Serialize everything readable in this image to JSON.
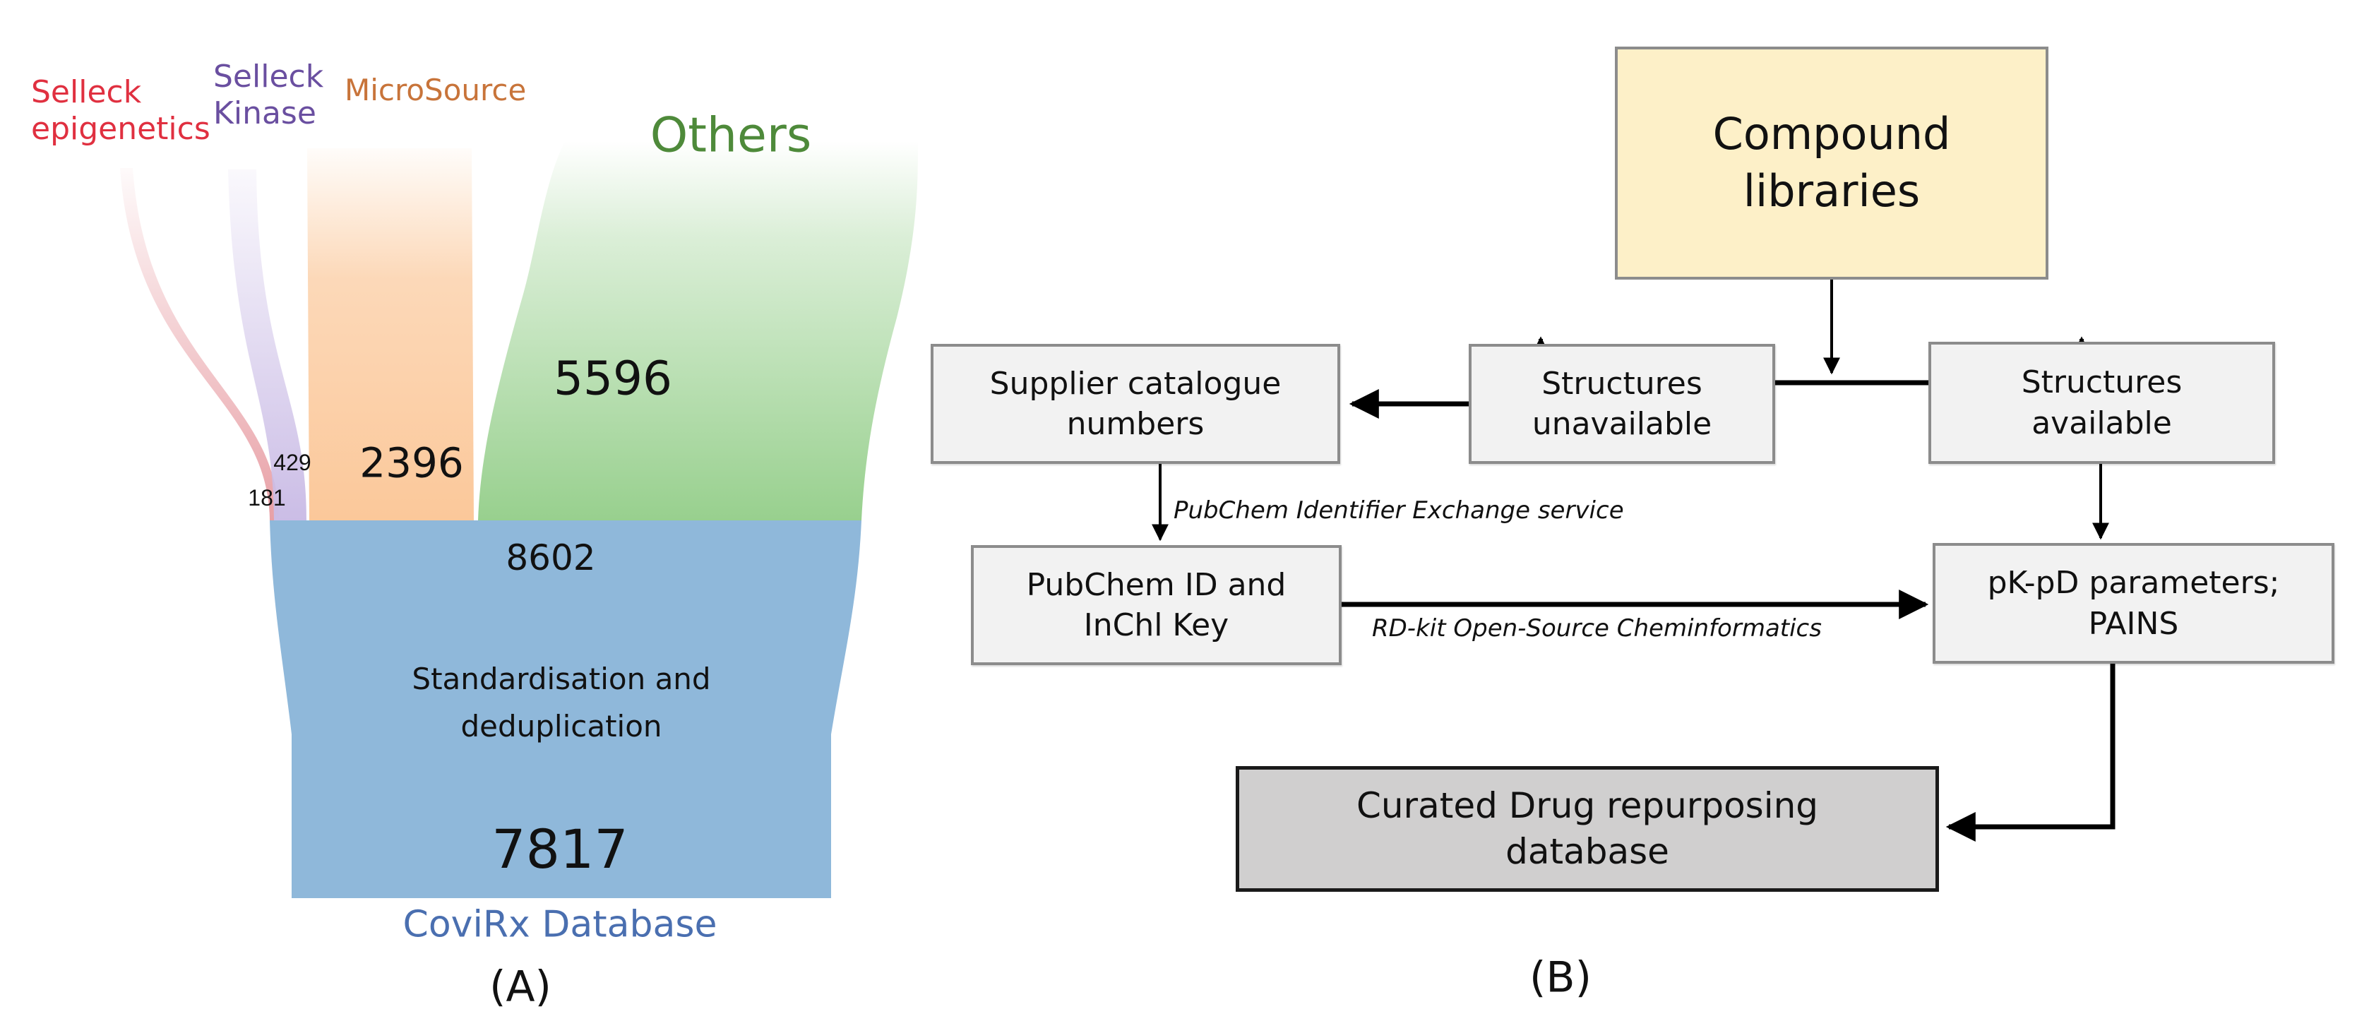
{
  "panel_a": {
    "caption": "(A)",
    "sources": [
      {
        "name": "Selleck epigenetics",
        "line1": "Selleck",
        "line2": "epigenetics",
        "count": 181,
        "count_label": "181",
        "color": "#e03040",
        "band_color": "#e8a0a6"
      },
      {
        "name": "Selleck Kinase",
        "line1": "Selleck",
        "line2": "Kinase",
        "count": 429,
        "count_label": "429",
        "color": "#6a4fa0",
        "band_color": "#cbbde6"
      },
      {
        "name": "MicroSource",
        "line1": "MicroSource",
        "line2": "",
        "count": 2396,
        "count_label": "2396",
        "color": "#c8743a",
        "band_color": "#fbc89a"
      },
      {
        "name": "Others",
        "line1": "Others",
        "line2": "",
        "count": 5596,
        "count_label": "5596",
        "color": "#4e8a3a",
        "band_color": "#98d08e"
      }
    ],
    "merged": {
      "count": 8602,
      "count_label": "8602",
      "color": "#8fb8da"
    },
    "step_label_line1": "Standardisation and",
    "step_label_line2": "deduplication",
    "final": {
      "count": 7817,
      "count_label": "7817",
      "name": "CoviRx Database",
      "name_color": "#4a6fb0"
    }
  },
  "panel_b": {
    "caption": "(B)",
    "nodes": {
      "compound_libraries": {
        "line1": "Compound",
        "line2": "libraries"
      },
      "structures_unavailable": {
        "line1": "Structures",
        "line2": "unavailable"
      },
      "structures_available": {
        "line1": "Structures",
        "line2": "available"
      },
      "supplier_catalogue": {
        "line1": "Supplier catalogue",
        "line2": "numbers"
      },
      "pubchem_id": {
        "line1": "PubChem ID and",
        "line2": "InChl Key"
      },
      "pkpd": {
        "line1": "pK-pD parameters;",
        "line2": "PAINS"
      },
      "curated_db": {
        "line1": "Curated Drug repurposing",
        "line2": "database"
      }
    },
    "edge_labels": {
      "pubchem_exchange": "PubChem Identifier Exchange service",
      "rdkit": "RD-kit Open-Source Cheminformatics"
    }
  },
  "chart_data": {
    "type": "sankey",
    "title": "",
    "nodes": [
      "Selleck epigenetics",
      "Selleck Kinase",
      "MicroSource",
      "Others",
      "Merged (8602)",
      "CoviRx Database"
    ],
    "links": [
      {
        "source": "Selleck epigenetics",
        "target": "Merged (8602)",
        "value": 181
      },
      {
        "source": "Selleck Kinase",
        "target": "Merged (8602)",
        "value": 429
      },
      {
        "source": "MicroSource",
        "target": "Merged (8602)",
        "value": 2396
      },
      {
        "source": "Others",
        "target": "Merged (8602)",
        "value": 5596
      },
      {
        "source": "Merged (8602)",
        "target": "CoviRx Database",
        "value": 7817,
        "label": "Standardisation and deduplication"
      }
    ]
  }
}
